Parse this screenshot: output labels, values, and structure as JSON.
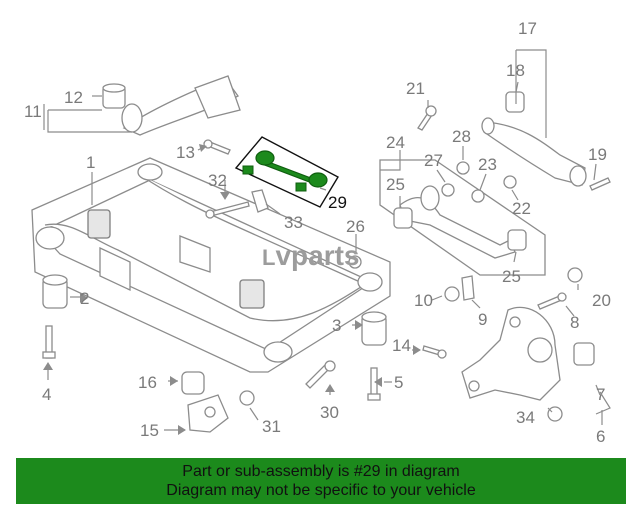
{
  "diagram": {
    "callouts": {
      "n1": "1",
      "n2": "2",
      "n3": "3",
      "n4": "4",
      "n5": "5",
      "n6": "6",
      "n7": "7",
      "n8": "8",
      "n9": "9",
      "n10": "10",
      "n11": "11",
      "n12": "12",
      "n13": "13",
      "n14": "14",
      "n15": "15",
      "n16": "16",
      "n17": "17",
      "n18": "18",
      "n19": "19",
      "n20": "20",
      "n21": "21",
      "n22": "22",
      "n23": "23",
      "n24": "24",
      "n25a": "25",
      "n25b": "25",
      "n26": "26",
      "n27": "27",
      "n28": "28",
      "n29": "29",
      "n30": "30",
      "n31": "31",
      "n32": "32",
      "n33": "33",
      "n34": "34"
    },
    "highlight_color": "#1c8a1c"
  },
  "watermark": {
    "prefix": "L",
    "text": "vparts"
  },
  "footer": {
    "line1": "Part or sub-assembly is #29 in diagram",
    "line2": "Diagram may not be specific to your vehicle",
    "background": "#1c8a1c"
  }
}
